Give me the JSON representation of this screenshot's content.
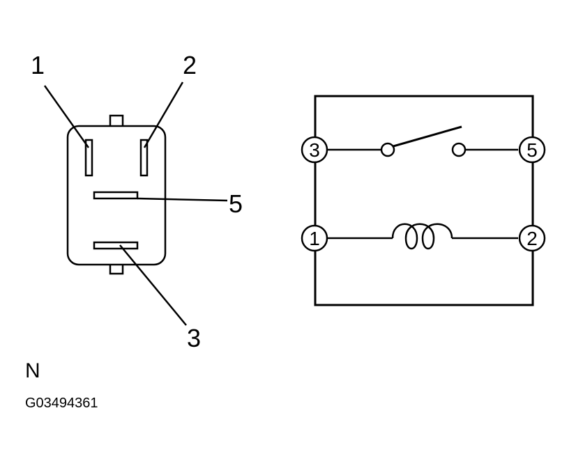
{
  "connector": {
    "pin_labels": {
      "pin1": "1",
      "pin2": "2",
      "pin5": "5",
      "pin3": "3"
    }
  },
  "schematic": {
    "terminals": {
      "t3": "3",
      "t5": "5",
      "t1": "1",
      "t2": "2"
    }
  },
  "footer": {
    "letter": "N",
    "code": "G03494361"
  }
}
